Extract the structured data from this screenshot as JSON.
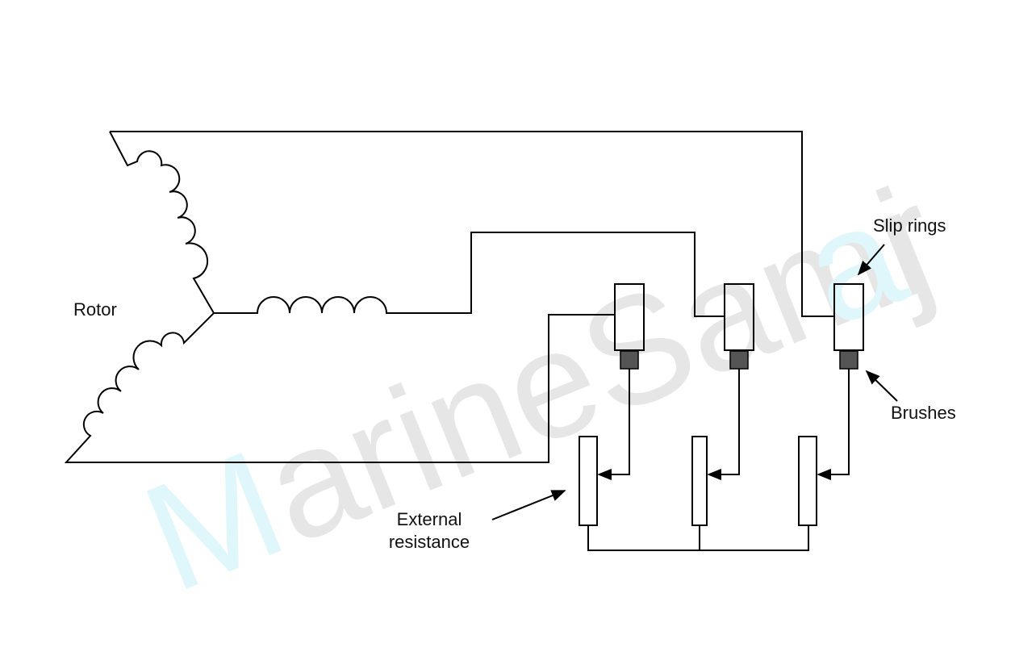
{
  "labels": {
    "rotor": "Rotor",
    "slip_rings": "Slip rings",
    "brushes": "Brushes",
    "external_resistance_line1": "External",
    "external_resistance_line2": "resistance"
  },
  "watermark": {
    "text": "MarineSamraj",
    "color_gray": "#e6e6e6",
    "color_cyan": "#dff6fb"
  },
  "colors": {
    "wire": "#000000",
    "brush": "#555555",
    "background": "#ffffff"
  }
}
